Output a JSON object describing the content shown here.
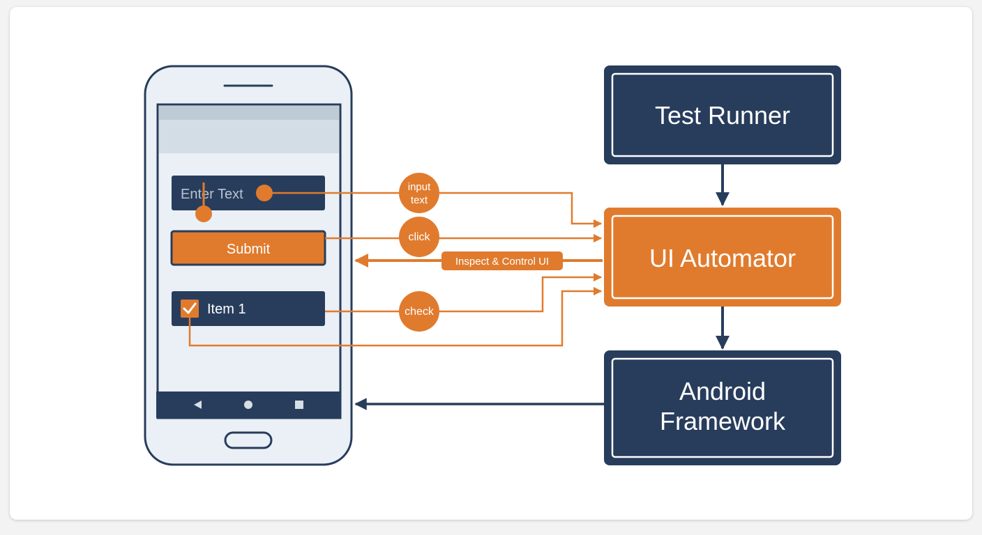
{
  "colors": {
    "navy": "#283d5c",
    "orange": "#e07b2e",
    "phone_bg": "#eaf0f5",
    "screen_header": "#d3dde5",
    "white": "#ffffff"
  },
  "phone": {
    "text_field": {
      "placeholder": "Enter Text"
    },
    "submit_button": {
      "label": "Submit"
    },
    "checkbox_item": {
      "label": "Item 1",
      "checked": true
    },
    "nav_bar": {
      "icons": [
        "back-icon",
        "home-icon",
        "recents-icon"
      ]
    }
  },
  "blocks": {
    "test_runner": "Test Runner",
    "ui_automator": "UI Automator",
    "android_framework": {
      "line1": "Android",
      "line2": "Framework"
    }
  },
  "connectors": {
    "input_text": {
      "line1": "input",
      "line2": "text"
    },
    "click": "click",
    "inspect": "Inspect & Control UI",
    "check": "check"
  }
}
